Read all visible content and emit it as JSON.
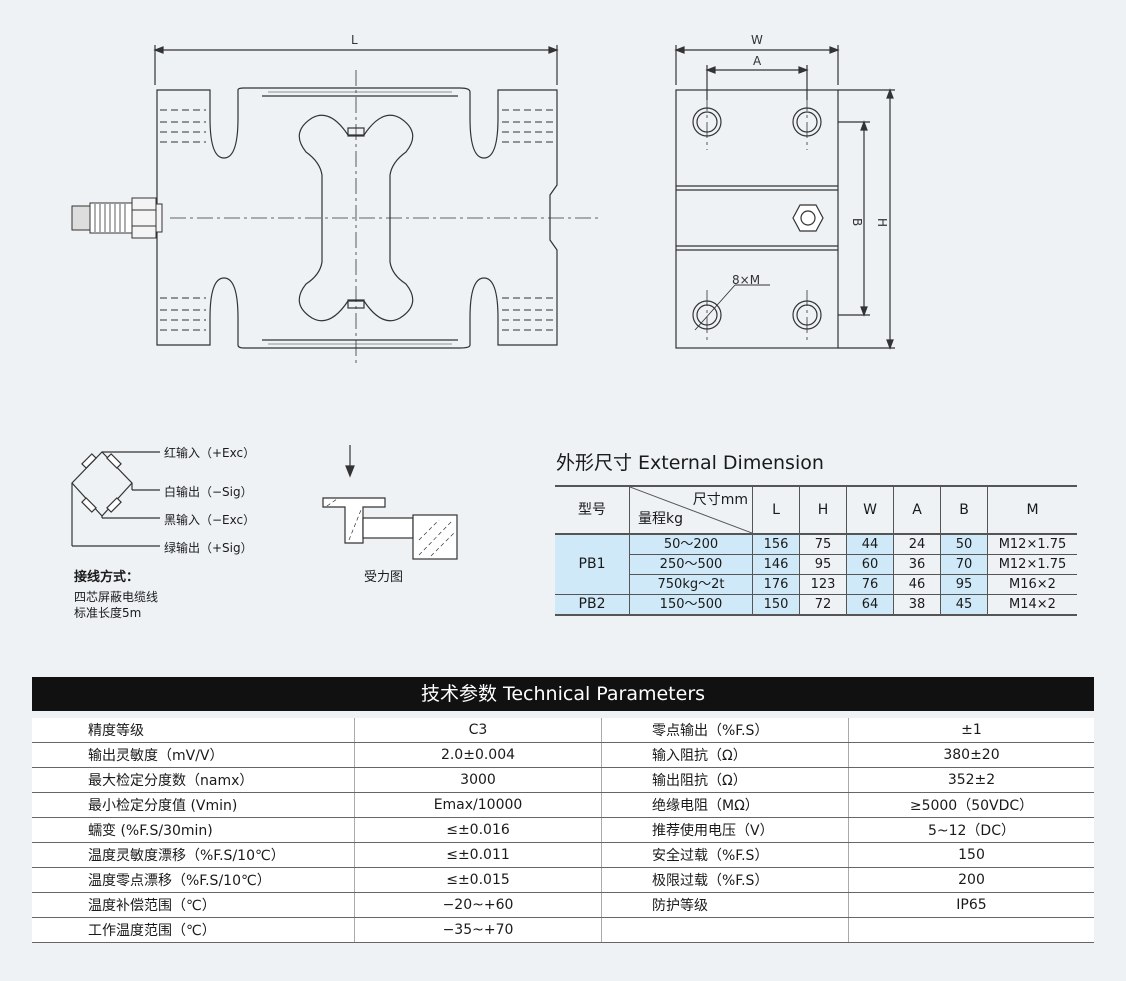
{
  "drawing": {
    "label_L": "L",
    "label_W": "W",
    "label_A": "A",
    "label_B": "B",
    "label_H": "H",
    "label_holes": "8×M"
  },
  "wiring": {
    "red": "红输入（+Exc）",
    "white": "白输出（−Sig）",
    "black": "黑输入（−Exc）",
    "green": "绿输出（+Sig）",
    "method_title": "接线方式：",
    "cable_line1": "四芯屏蔽电缆线",
    "cable_line2": "标准长度5m",
    "force_label": "受力图"
  },
  "dimension": {
    "title": "外形尺寸 External Dimension",
    "col_model": "型号",
    "col_size": "尺寸mm",
    "col_range": "量程kg",
    "columns": [
      "L",
      "H",
      "W",
      "A",
      "B",
      "M"
    ],
    "rows": [
      {
        "model": "PB1",
        "range": "50～200",
        "L": "156",
        "H": "75",
        "W": "44",
        "A": "24",
        "B": "50",
        "M": "M12×1.75"
      },
      {
        "model": "",
        "range": "250～500",
        "L": "146",
        "H": "95",
        "W": "60",
        "A": "36",
        "B": "70",
        "M": "M12×1.75"
      },
      {
        "model": "",
        "range": "750kg～2t",
        "L": "176",
        "H": "123",
        "W": "76",
        "A": "46",
        "B": "95",
        "M": "M16×2"
      },
      {
        "model": "PB2",
        "range": "150～500",
        "L": "150",
        "H": "72",
        "W": "64",
        "A": "38",
        "B": "45",
        "M": "M14×2"
      }
    ]
  },
  "tech": {
    "title": "技术参数 Technical Parameters",
    "rows": [
      {
        "n1": "精度等级",
        "v1": "C3",
        "n2": "零点输出（%F.S）",
        "v2": "±1"
      },
      {
        "n1": "输出灵敏度（mV/V）",
        "v1": "2.0±0.004",
        "n2": "输入阻抗（Ω）",
        "v2": "380±20"
      },
      {
        "n1": "最大检定分度数（namx）",
        "v1": "3000",
        "n2": "输出阻抗（Ω）",
        "v2": "352±2"
      },
      {
        "n1": "最小检定分度值 (Vmin)",
        "v1": "Emax/10000",
        "n2": "绝缘电阻（MΩ）",
        "v2": "≥5000（50VDC）"
      },
      {
        "n1": "蠕变 (%F.S/30min)",
        "v1": "≤±0.016",
        "n2": "推荐使用电压（V）",
        "v2": "5~12（DC）"
      },
      {
        "n1": "温度灵敏度漂移（%F.S/10℃）",
        "v1": "≤±0.011",
        "n2": "安全过载（%F.S）",
        "v2": "150"
      },
      {
        "n1": "温度零点漂移（%F.S/10℃）",
        "v1": "≤±0.015",
        "n2": "极限过载（%F.S）",
        "v2": "200"
      },
      {
        "n1": "温度补偿范围（℃）",
        "v1": "−20~+60",
        "n2": "防护等级",
        "v2": "IP65"
      },
      {
        "n1": "工作温度范围（℃）",
        "v1": "−35~+70",
        "n2": "",
        "v2": ""
      }
    ]
  }
}
